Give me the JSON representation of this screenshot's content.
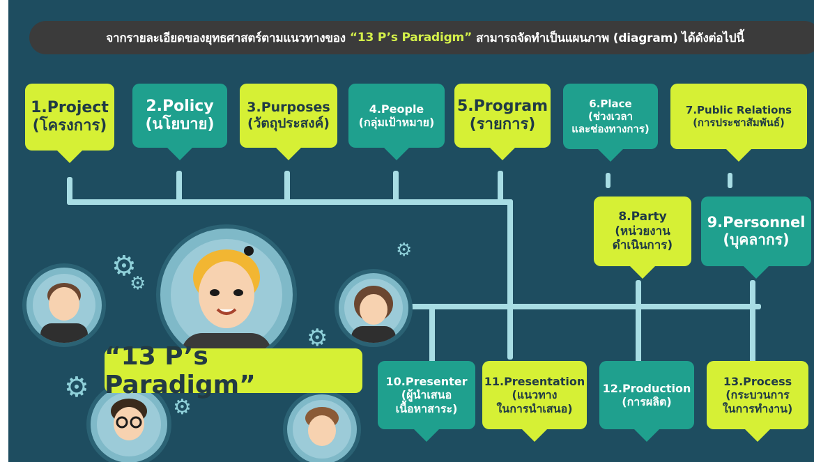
{
  "header": {
    "prefix": "จากรายละเอียดของยุทธศาสตร์ตามแนวทางของ",
    "highlight": "“13 P’s Paradigm”",
    "suffix": "สามารถจัดทำเป็นแผนภาพ (diagram) ได้ดังต่อไปนี้"
  },
  "title_badge": "“13 P’s Paradigm”",
  "cards": [
    {
      "line1": "1.Project",
      "line2": "(โครงการ)",
      "line3": ""
    },
    {
      "line1": "2.Policy",
      "line2": "(นโยบาย)",
      "line3": ""
    },
    {
      "line1": "3.Purposes",
      "line2": "(วัตถุประสงค์)",
      "line3": ""
    },
    {
      "line1": "4.People",
      "line2": "(กลุ่มเป้าหมาย)",
      "line3": ""
    },
    {
      "line1": "5.Program",
      "line2": "(รายการ)",
      "line3": ""
    },
    {
      "line1": "6.Place",
      "line2": "(ช่วงเวลา",
      "line3": "และช่องทางการ)"
    },
    {
      "line1": "7.Public Relations",
      "line2": "(การประชาสัมพันธ์)",
      "line3": ""
    },
    {
      "line1": "8.Party",
      "line2": "(หน่วยงาน",
      "line3": "ดำเนินการ)"
    },
    {
      "line1": "9.Personnel",
      "line2": "(บุคลากร)",
      "line3": ""
    },
    {
      "line1": "10.Presenter",
      "line2": "(ผู้นำเสนอ",
      "line3": "เนื้อหาสาระ)"
    },
    {
      "line1": "11.Presentation",
      "line2": "(แนวทาง",
      "line3": "ในการนำเสนอ)"
    },
    {
      "line1": "12.Production",
      "line2": "(การผลิต)",
      "line3": ""
    },
    {
      "line1": "13.Process",
      "line2": "(กระบวนการ",
      "line3": "ในการทำงาน)"
    }
  ]
}
